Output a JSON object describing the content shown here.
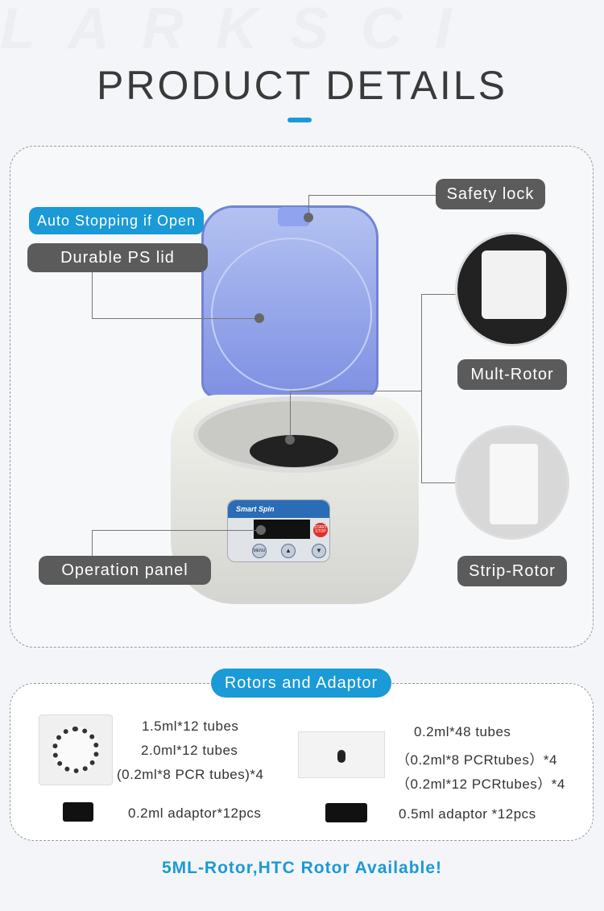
{
  "watermark": "LARKSCI",
  "header": {
    "title": "PRODUCT DETAILS"
  },
  "callouts": {
    "safety_lock": "Safety lock",
    "auto_stop": "Auto Stopping if Open",
    "lid": "Durable PS lid",
    "multi_rotor": "Mult-Rotor",
    "strip_rotor": "Strip-Rotor",
    "panel": "Operation panel"
  },
  "device": {
    "brand": "Smart Spin",
    "buttons": [
      "MENU",
      "▲",
      "▼"
    ],
    "start_stop": "START STOP"
  },
  "accessories": {
    "title": "Rotors and Adaptor",
    "left_rotor": [
      "1.5ml*12 tubes",
      "2.0ml*12 tubes",
      "(0.2ml*8 PCR tubes)*4"
    ],
    "right_rotor": [
      "0.2ml*48 tubes",
      "（0.2ml*8 PCRtubes）*4",
      "（0.2ml*12 PCRtubes）*4"
    ],
    "left_adaptor": "0.2ml adaptor*12pcs",
    "right_adaptor": "0.5ml adaptor *12pcs"
  },
  "footer": "5ML-Rotor,HTC Rotor Available!",
  "colors": {
    "accent": "#1a9ad6",
    "label": "#5b5b5b"
  }
}
